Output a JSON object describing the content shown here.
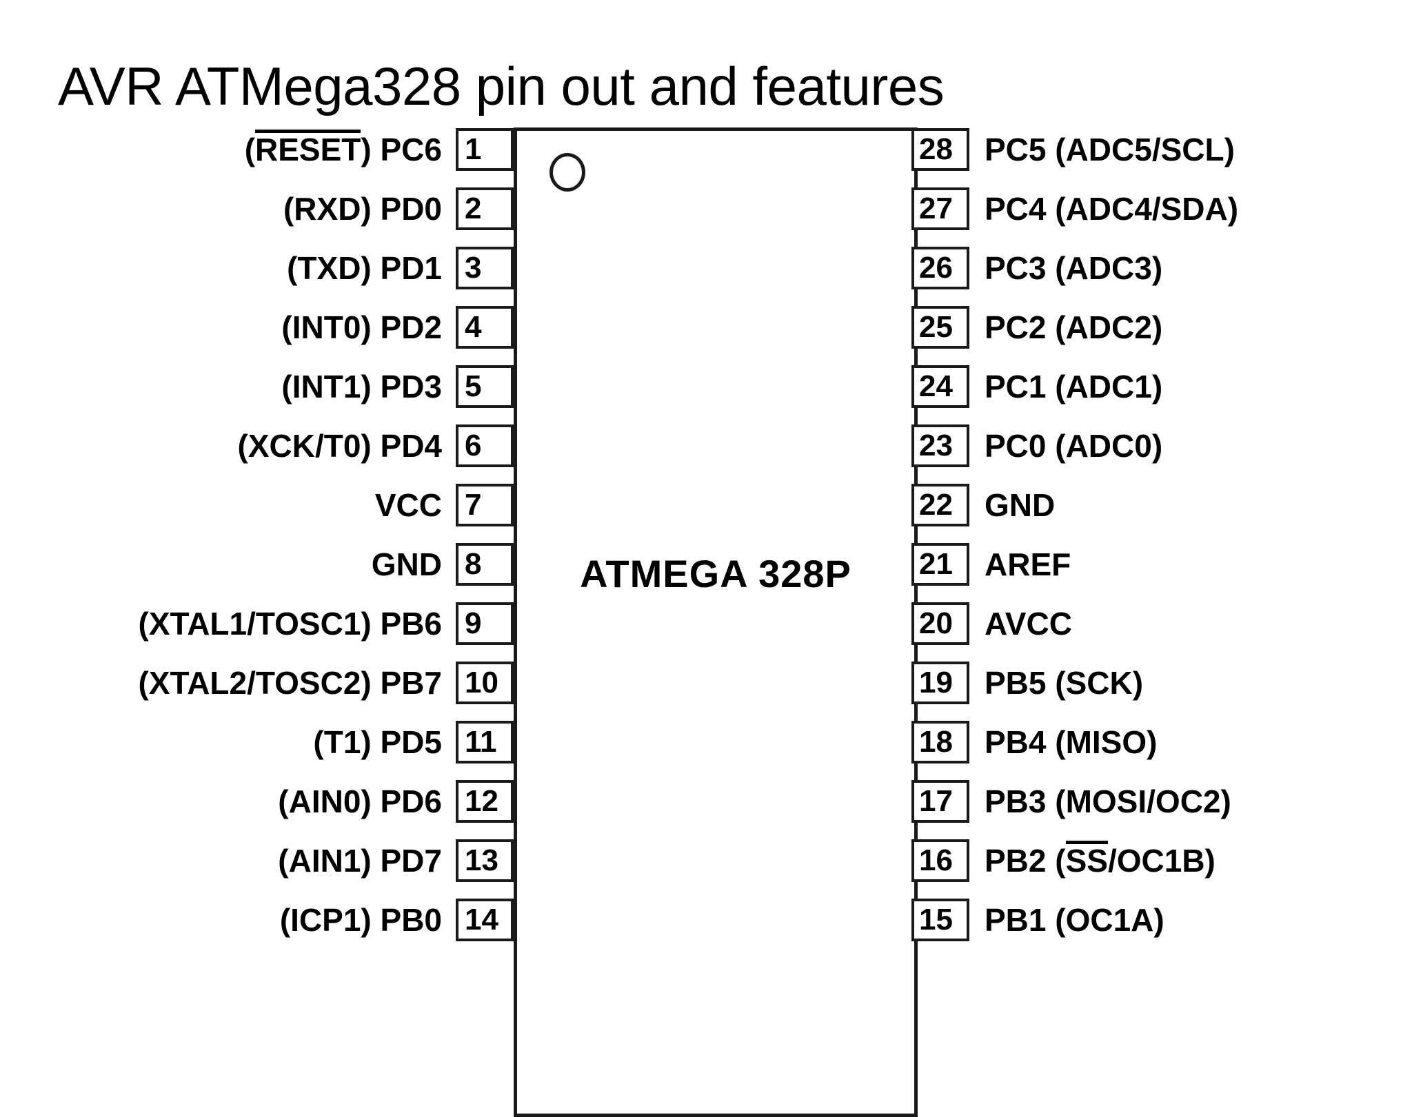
{
  "slide": {
    "title": "AVR ATMega328 pin out and features"
  },
  "chip": {
    "part_label": "ATMEGA 328P",
    "notch_icon": "circle-notch-icon",
    "outline_color": "#1a1a1a",
    "body_color": "#ffffff"
  },
  "pins": {
    "left": [
      {
        "number": "1",
        "pre": "(",
        "overlined": "RESET",
        "post": ") PC6"
      },
      {
        "number": "2",
        "label": "(RXD) PD0"
      },
      {
        "number": "3",
        "label": "(TXD) PD1"
      },
      {
        "number": "4",
        "label": "(INT0) PD2"
      },
      {
        "number": "5",
        "label": "(INT1) PD3"
      },
      {
        "number": "6",
        "label": "(XCK/T0) PD4"
      },
      {
        "number": "7",
        "label": "VCC"
      },
      {
        "number": "8",
        "label": "GND"
      },
      {
        "number": "9",
        "label": "(XTAL1/TOSC1) PB6"
      },
      {
        "number": "10",
        "label": "(XTAL2/TOSC2) PB7"
      },
      {
        "number": "11",
        "label": "(T1) PD5"
      },
      {
        "number": "12",
        "label": "(AIN0) PD6"
      },
      {
        "number": "13",
        "label": "(AIN1) PD7"
      },
      {
        "number": "14",
        "label": "(ICP1) PB0"
      }
    ],
    "right": [
      {
        "number": "28",
        "label": "PC5 (ADC5/SCL)"
      },
      {
        "number": "27",
        "label": "PC4 (ADC4/SDA)"
      },
      {
        "number": "26",
        "label": "PC3 (ADC3)"
      },
      {
        "number": "25",
        "label": "PC2 (ADC2)"
      },
      {
        "number": "24",
        "label": "PC1 (ADC1)"
      },
      {
        "number": "23",
        "label": "PC0 (ADC0)"
      },
      {
        "number": "22",
        "label": "GND"
      },
      {
        "number": "21",
        "label": "AREF"
      },
      {
        "number": "20",
        "label": "AVCC"
      },
      {
        "number": "19",
        "label": "PB5 (SCK)"
      },
      {
        "number": "18",
        "label": "PB4 (MISO)"
      },
      {
        "number": "17",
        "label": "PB3 (MOSI/OC2)"
      },
      {
        "number": "16",
        "pre": "PB2 (",
        "overlined": "SS",
        "post": "/OC1B)"
      },
      {
        "number": "15",
        "label": "PB1 (OC1A)"
      }
    ]
  }
}
